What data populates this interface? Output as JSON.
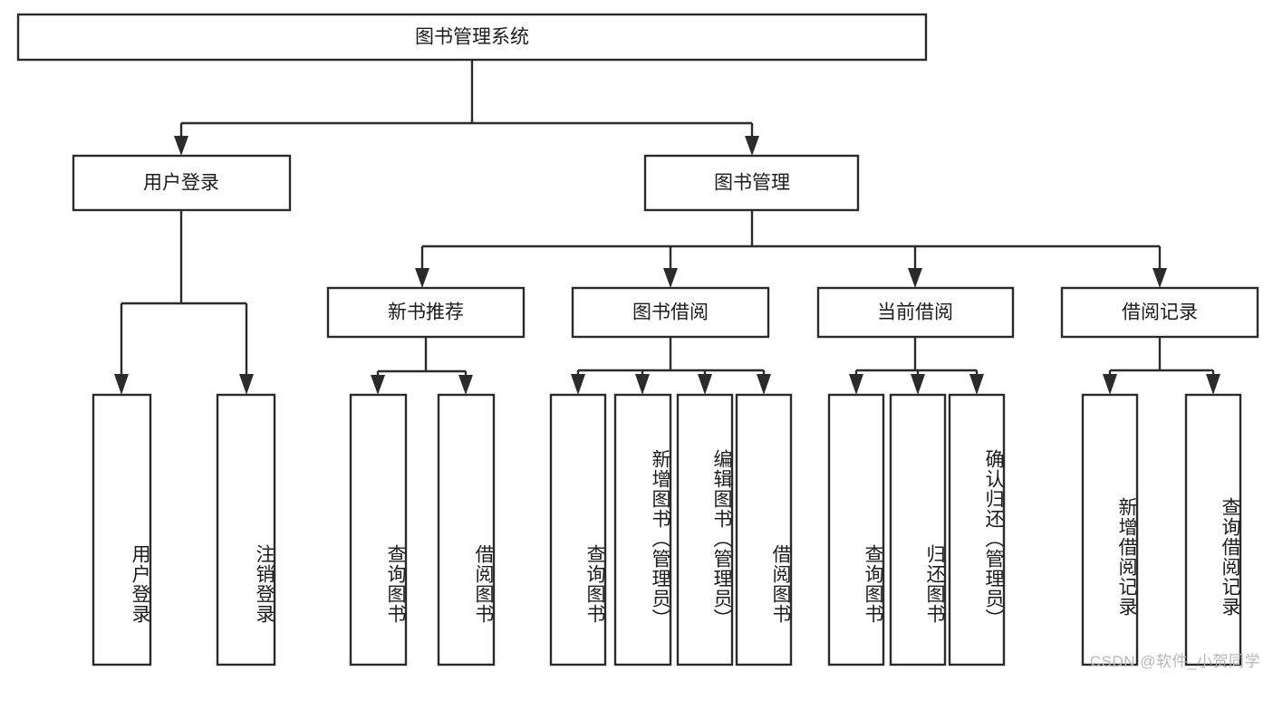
{
  "diagram": {
    "type": "tree",
    "title": "图书管理系统",
    "root": {
      "id": "root",
      "label": "图书管理系统"
    },
    "level2": [
      {
        "id": "user-login",
        "label": "用户登录"
      },
      {
        "id": "book-manage",
        "label": "图书管理"
      }
    ],
    "level3": [
      {
        "id": "new-book-rec",
        "label": "新书推荐",
        "parent": "book-manage"
      },
      {
        "id": "book-borrow",
        "label": "图书借阅",
        "parent": "book-manage"
      },
      {
        "id": "current-borrow",
        "label": "当前借阅",
        "parent": "book-manage"
      },
      {
        "id": "borrow-record",
        "label": "借阅记录",
        "parent": "book-manage"
      }
    ],
    "leaves": [
      {
        "id": "leaf-user-login",
        "label": "用户登录",
        "parent": "user-login"
      },
      {
        "id": "leaf-logout",
        "label": "注销登录",
        "parent": "user-login"
      },
      {
        "id": "leaf-query-book-1",
        "label": "查询图书",
        "parent": "new-book-rec"
      },
      {
        "id": "leaf-borrow-book-1",
        "label": "借阅图书",
        "parent": "new-book-rec"
      },
      {
        "id": "leaf-query-book-2",
        "label": "查询图书",
        "parent": "book-borrow"
      },
      {
        "id": "leaf-add-book",
        "label": "新增图书（管理员）",
        "parent": "book-borrow"
      },
      {
        "id": "leaf-edit-book",
        "label": "编辑图书（管理员）",
        "parent": "book-borrow"
      },
      {
        "id": "leaf-borrow-book-2",
        "label": "借阅图书",
        "parent": "book-borrow"
      },
      {
        "id": "leaf-query-book-3",
        "label": "查询图书",
        "parent": "current-borrow"
      },
      {
        "id": "leaf-return-book",
        "label": "归还图书",
        "parent": "current-borrow"
      },
      {
        "id": "leaf-confirm-return",
        "label": "确认归还（管理员）",
        "parent": "current-borrow"
      },
      {
        "id": "leaf-add-record",
        "label": "新增借阅记录",
        "parent": "borrow-record"
      },
      {
        "id": "leaf-query-record",
        "label": "查询借阅记录",
        "parent": "borrow-record"
      }
    ],
    "colors": {
      "stroke": "#2b2b2b",
      "fill": "#ffffff",
      "text": "#1c1c1c",
      "watermark": "#b7b7b7"
    }
  },
  "watermark": {
    "text": "CSDN @软件_小贺同学"
  }
}
